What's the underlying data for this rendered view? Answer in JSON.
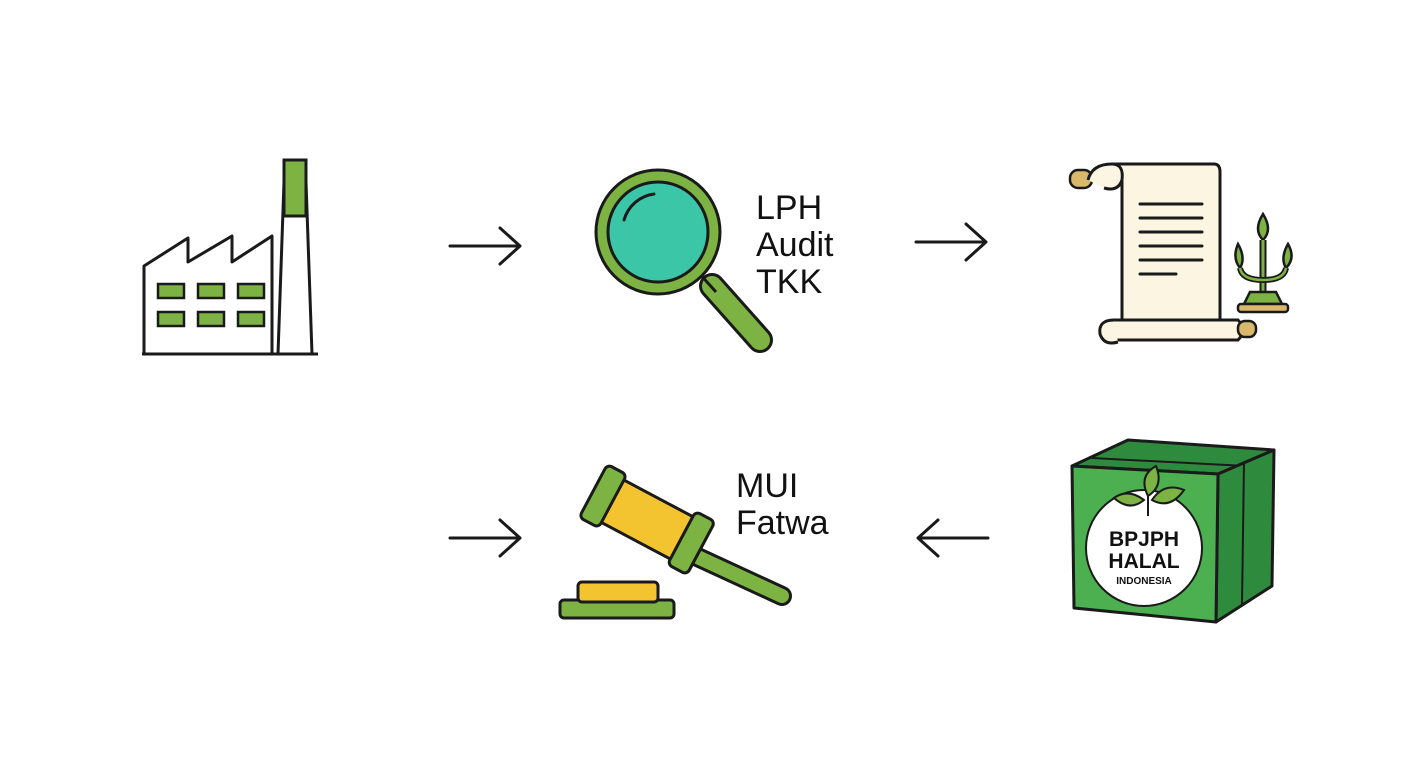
{
  "steps": {
    "factory": {
      "icon": "factory-icon"
    },
    "audit": {
      "icon": "magnifying-glass-icon",
      "lines": [
        "LPH",
        "Audit",
        "TKK"
      ]
    },
    "certificate": {
      "icon": "scroll-document-icon",
      "emblem": "trident-emblem-icon"
    },
    "fatwa": {
      "icon": "gavel-icon",
      "lines": [
        "MUI",
        "Fatwa"
      ]
    },
    "label": {
      "icon": "halal-box-icon",
      "seal_line1": "BPJPH",
      "seal_line2": "HALAL",
      "seal_line3": "INDONESIA"
    }
  },
  "arrows": [
    {
      "name": "arrow-factory-to-audit",
      "direction": "right"
    },
    {
      "name": "arrow-audit-to-certificate",
      "direction": "right"
    },
    {
      "name": "arrow-into-fatwa",
      "direction": "right"
    },
    {
      "name": "arrow-box-to-fatwa",
      "direction": "left"
    }
  ],
  "colors": {
    "accent_green": "#7cb342",
    "dark_green": "#2e8b3e",
    "teal": "#3cc6a8",
    "gold": "#f4c430",
    "parchment": "#fbf5e2",
    "outline": "#1a1a1a"
  }
}
